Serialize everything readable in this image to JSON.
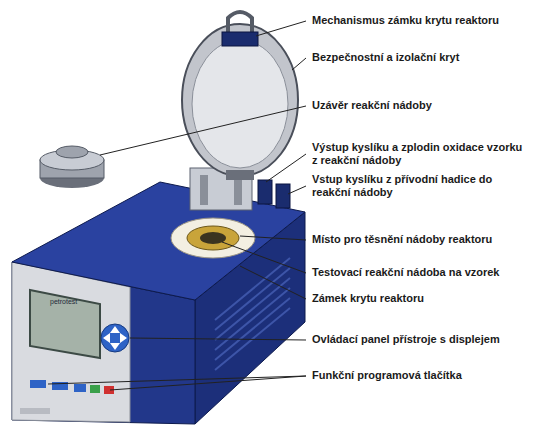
{
  "diagram": {
    "labels": [
      "Mechanismus zámku krytu reaktoru",
      "Bezpečnostní a izolační kryt",
      "Uzávěr  reakční nádoby",
      "Výstup kyslíku a zplodin oxidace vzorku z reakční nádoby",
      "Vstup kyslíku z přívodní hadice do reakční nádoby",
      "Místo pro těsnění nádoby reaktoru",
      "Testovací reakční nádoba na vzorek",
      "Zámek krytu reaktoru",
      "Ovládací panel přístroje s displejem",
      "Funkční programová tlačítka",
      "petrotest"
    ]
  }
}
